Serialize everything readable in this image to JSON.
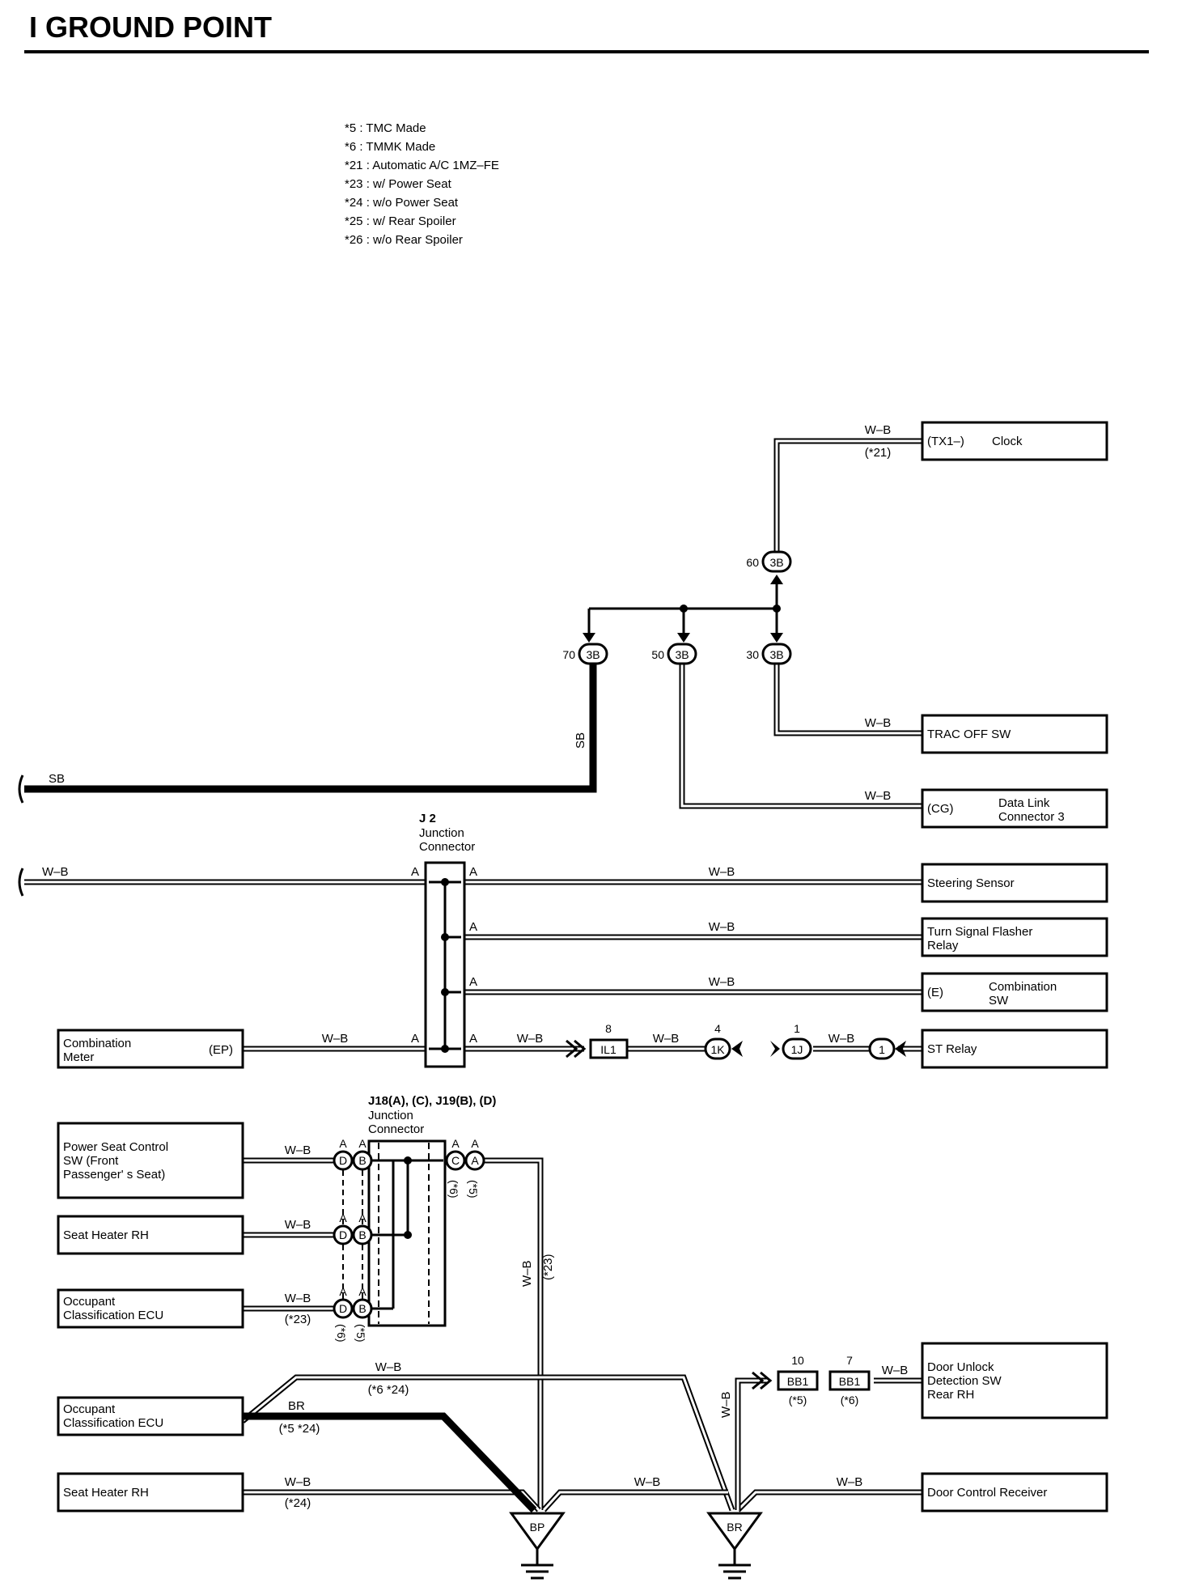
{
  "page": {
    "title": "I  GROUND POINT"
  },
  "notes": [
    "*5 : TMC Made",
    "*6 : TMMK Made",
    "*21 : Automatic A/C 1MZ–FE",
    "*23 : w/ Power Seat",
    "*24 : w/o Power Seat",
    "*25 : w/ Rear Spoiler",
    "*26 : w/o Rear Spoiler"
  ],
  "components": {
    "clock": {
      "pin": "(TX1–)",
      "name": "Clock"
    },
    "trac_off": {
      "name": "TRAC OFF SW"
    },
    "dlc3": {
      "pin": "(CG)",
      "name1": "Data Link",
      "name2": "Connector 3"
    },
    "steering": {
      "name": "Steering Sensor"
    },
    "turn_flasher": {
      "name1": "Turn Signal Flasher",
      "name2": "Relay"
    },
    "comb_sw": {
      "pin": "(E)",
      "name1": "Combination",
      "name2": "SW"
    },
    "st_relay": {
      "name": "ST Relay"
    },
    "comb_meter": {
      "name1": "Combination",
      "name2": "Meter",
      "pin": "(EP)"
    },
    "ps_control": {
      "name1": "Power Seat Control",
      "name2": "SW (Front",
      "name3": "Passenger' s Seat)"
    },
    "seat_heater_1": {
      "name": "Seat Heater RH"
    },
    "occ_ecu_1": {
      "name1": "Occupant",
      "name2": "Classification ECU"
    },
    "occ_ecu_2": {
      "name1": "Occupant",
      "name2": "Classification ECU"
    },
    "seat_heater_2": {
      "name": "Seat Heater RH"
    },
    "door_unlock": {
      "name1": "Door Unlock",
      "name2": "Detection SW",
      "name3": "Rear RH"
    },
    "door_ctrl": {
      "name": "Door Control Receiver"
    }
  },
  "junctions": {
    "j2": {
      "id": "J 2",
      "name1": "Junction",
      "name2": "Connector"
    },
    "j18": {
      "id": "J18(A), (C), J19(B), (D)",
      "name1": "Junction",
      "name2": "Connector"
    }
  },
  "connectors": {
    "c3b_60": {
      "pin": "60",
      "label": "3B"
    },
    "c3b_70": {
      "pin": "70",
      "label": "3B"
    },
    "c3b_50": {
      "pin": "50",
      "label": "3B"
    },
    "c3b_30": {
      "pin": "30",
      "label": "3B"
    },
    "il1": {
      "pin": "8",
      "label": "IL1"
    },
    "c1k": {
      "pin": "4",
      "label": "1K"
    },
    "c1j": {
      "pin": "1",
      "label": "1J"
    },
    "c1": {
      "label": "1"
    },
    "bb1_a": {
      "pin": "10",
      "label": "BB1",
      "note": "(*5)"
    },
    "bb1_b": {
      "pin": "7",
      "label": "BB1",
      "note": "(*6)"
    }
  },
  "wire_labels": {
    "wb": "W–B",
    "sb": "SB",
    "br": "BR",
    "a": "A",
    "D": "D",
    "B": "B",
    "C": "C",
    "A": "A",
    "n21": "(*21)",
    "n23": "(*23)",
    "n24": "(*24)",
    "n6_24": "(*6 *24)",
    "n5_24": "(*5 *24)",
    "n6": "(*6)",
    "n5": "(*5)"
  },
  "grounds": {
    "bp": "BP",
    "br": "BR"
  }
}
